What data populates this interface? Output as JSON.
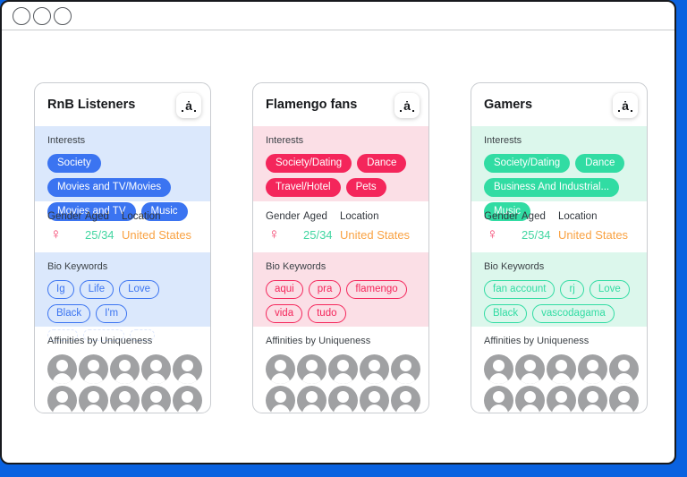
{
  "colors": {
    "page_background": "#0a62e0",
    "window_border": "#17191d",
    "aged_value": "#43d6a2",
    "location_value": "#f9a243",
    "gender_symbol": "#f4406d",
    "avatar_gray": "#a0a1a3"
  },
  "window": {
    "traffic_light_count": 3
  },
  "cards": [
    {
      "title": "RnB Listeners",
      "logo_glyph": "ȧ",
      "colors": {
        "accent": "#3b74f1",
        "tint": "#dbe8fc"
      },
      "interests_label": "Interests",
      "interests": [
        "Society",
        "Movies and TV/Movies",
        "Movies and TV",
        "Music"
      ],
      "demographics": {
        "gender_label": "Gender",
        "aged_label": "Aged",
        "location_label": "Location",
        "gender_symbol": "♀",
        "aged": "25/34",
        "location": "United States"
      },
      "bio_label": "Bio Keywords",
      "bio_keywords": [
        "Ig",
        "Life",
        "Love",
        "Black",
        "I'm"
      ],
      "affinities_label": "Affinities by Uniqueness",
      "avatar_count": 10
    },
    {
      "title": "Flamengo fans",
      "logo_glyph": "ȧ",
      "colors": {
        "accent": "#f4265b",
        "tint": "#fbdfe6"
      },
      "interests_label": "Interests",
      "interests": [
        "Society/Dating",
        "Dance",
        "Travel/Hotel",
        "Pets"
      ],
      "demographics": {
        "gender_label": "Gender",
        "aged_label": "Aged",
        "location_label": "Location",
        "gender_symbol": "♀",
        "aged": "25/34",
        "location": "United States"
      },
      "bio_label": "Bio Keywords",
      "bio_keywords": [
        "aqui",
        "pra",
        "flamengo",
        "vida",
        "tudo"
      ],
      "affinities_label": "Affinities by Uniqueness",
      "avatar_count": 10
    },
    {
      "title": "Gamers",
      "logo_glyph": "ȧ",
      "colors": {
        "accent": "#31dca3",
        "tint": "#dcf7ec"
      },
      "interests_label": "Interests",
      "interests": [
        "Society/Dating",
        "Dance",
        "Business And Industrial...",
        "Music"
      ],
      "demographics": {
        "gender_label": "Gender",
        "aged_label": "Aged",
        "location_label": "Location",
        "gender_symbol": "♀",
        "aged": "25/34",
        "location": "United States"
      },
      "bio_label": "Bio Keywords",
      "bio_keywords": [
        "fan account",
        "rj",
        "Love",
        "Black",
        "vascodagama"
      ],
      "affinities_label": "Affinities by Uniqueness",
      "avatar_count": 10
    }
  ]
}
